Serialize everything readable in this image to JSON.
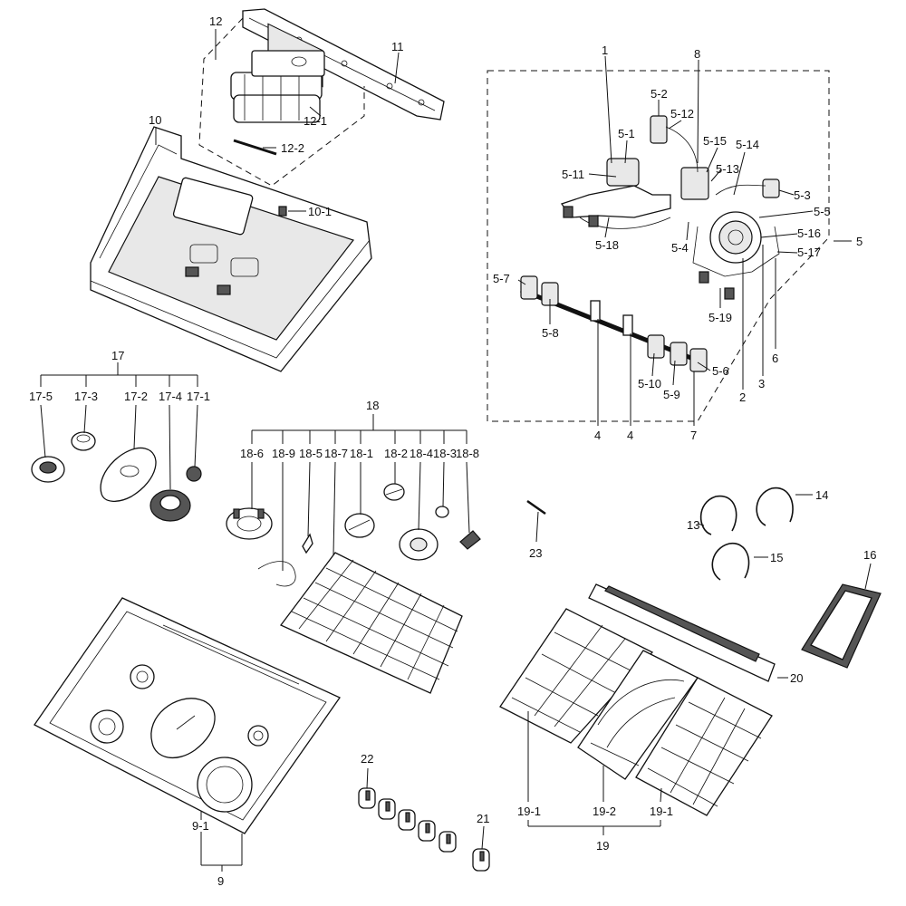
{
  "labels": {
    "p1": "1",
    "p2": "2",
    "p3": "3",
    "p4a": "4",
    "p4b": "4",
    "p5": "5",
    "p5_1": "5-1",
    "p5_2": "5-2",
    "p5_3": "5-3",
    "p5_4": "5-4",
    "p5_5": "5-5",
    "p5_6": "5-6",
    "p5_7": "5-7",
    "p5_8": "5-8",
    "p5_9": "5-9",
    "p5_10": "5-10",
    "p5_11": "5-11",
    "p5_12": "5-12",
    "p5_13": "5-13",
    "p5_14": "5-14",
    "p5_15": "5-15",
    "p5_16": "5-16",
    "p5_17": "5-17",
    "p5_18": "5-18",
    "p5_19": "5-19",
    "p6": "6",
    "p7": "7",
    "p8": "8",
    "p9": "9",
    "p9_1": "9-1",
    "p10": "10",
    "p10_1": "10-1",
    "p11": "11",
    "p12": "12",
    "p12_1": "12-1",
    "p12_2": "12-2",
    "p13": "13",
    "p14": "14",
    "p15": "15",
    "p16": "16",
    "p17": "17",
    "p17_1": "17-1",
    "p17_2": "17-2",
    "p17_3": "17-3",
    "p17_4": "17-4",
    "p17_5": "17-5",
    "p18": "18",
    "p18_1": "18-1",
    "p18_2": "18-2",
    "p18_3": "18-3",
    "p18_4": "18-4",
    "p18_5": "18-5",
    "p18_6": "18-6",
    "p18_7": "18-7",
    "p18_8": "18-8",
    "p18_9": "18-9",
    "p19": "19",
    "p19_1a": "19-1",
    "p19_1b": "19-1",
    "p19_2": "19-2",
    "p20": "20",
    "p21": "21",
    "p22": "22",
    "p23": "23"
  }
}
